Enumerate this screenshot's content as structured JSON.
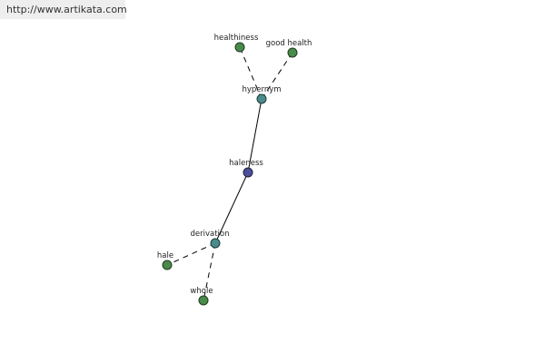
{
  "header": {
    "url": "http://www.artikata.com"
  },
  "colors": {
    "center_node": "#4b4f9a",
    "relation_node": "#4a8c8c",
    "leaf_node": "#4a8a4a",
    "edge": "#000000"
  },
  "graph": {
    "center": {
      "label": "haleness",
      "icon": "center-node"
    },
    "relations": [
      {
        "label": "hypernym",
        "targets": [
          "healthiness",
          "good health"
        ]
      },
      {
        "label": "derivation",
        "targets": [
          "hale",
          "whole"
        ]
      }
    ],
    "edge_styles": {
      "center_to_relation": "solid",
      "relation_to_target": "dashed"
    }
  }
}
